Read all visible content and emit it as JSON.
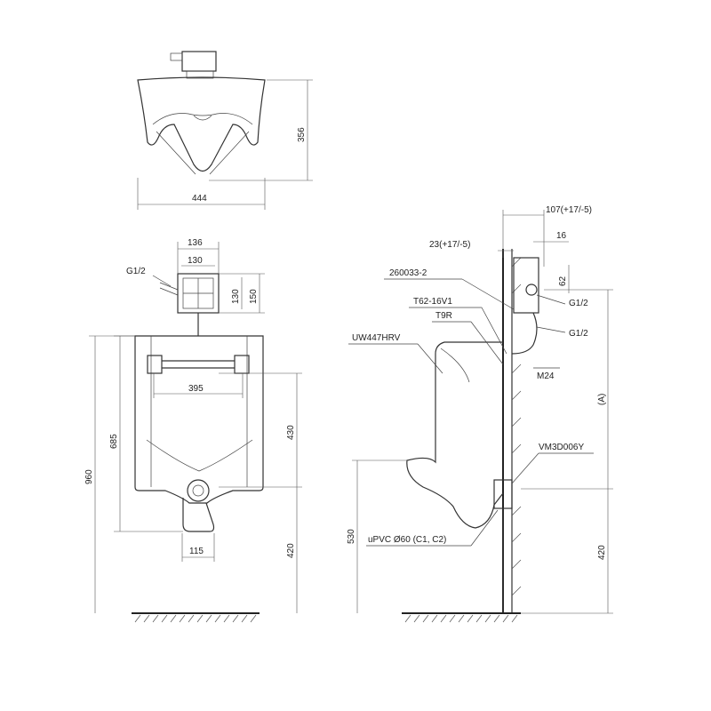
{
  "top_view": {
    "width_label": "444",
    "depth_label": "356"
  },
  "front_view": {
    "valve_outer_width": "136",
    "valve_inner_width": "130",
    "valve_inner_height": "130",
    "valve_outer_height": "150",
    "supply_label": "G1/2",
    "bracket_span": "395",
    "total_height": "960",
    "body_height": "685",
    "upper_height": "430",
    "outlet_height": "420",
    "outlet_width": "115"
  },
  "side_view": {
    "offset_top": "107(+17/-5)",
    "offset_mid": "23(+17/-5)",
    "dim_16": "16",
    "dim_62": "62",
    "part_260033": "260033-2",
    "part_t62": "T62-16V1",
    "part_t9r": "T9R",
    "model": "UW447HRV",
    "g12_upper": "G1/2",
    "g12_lower": "G1/2",
    "m24": "M24",
    "dim_a": "(A)",
    "vm3": "VM3D006Y",
    "upvc": "uPVC Ø60 (C1, C2)",
    "rim_height": "530",
    "outlet_height": "420"
  }
}
